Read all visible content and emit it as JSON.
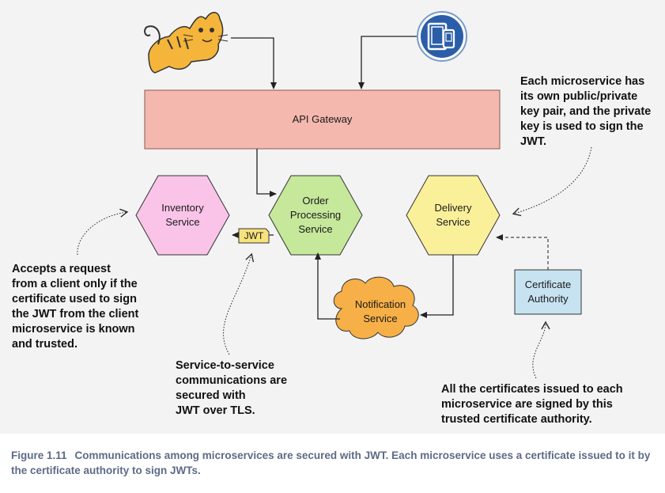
{
  "nodes": {
    "api_gateway": "API Gateway",
    "inventory": "Inventory\nService",
    "order": "Order\nProcessing\nService",
    "delivery": "Delivery\nService",
    "notification": "Notification\nService",
    "certificate_authority": "Certificate\nAuthority",
    "jwt_token": "JWT"
  },
  "annotations": {
    "keypair": "Each microservice has\nits own public/private\nkey pair, and the private\nkey is used to sign the\nJWT.",
    "accepts": "Accepts a request\nfrom a client only if the\ncertificate used to sign\nthe JWT from the client\nmicroservice is known\nand trusted.",
    "service_to_service": "Service-to-service\ncommunications are\nsecured with\nJWT over TLS.",
    "certificates": "All the certificates issued to each\nmicroservice are signed by this\ntrusted certificate authority."
  },
  "caption": {
    "label": "Figure 1.11",
    "text": "Communications among microservices are secured with JWT. Each microservice uses a certificate issued to it by the certificate authority to sign JWTs."
  },
  "icons": {
    "web_client": "tomcat-cat-icon",
    "mobile_client": "mobile-devices-icon"
  },
  "colors": {
    "gateway_fill": "#f4b8ae",
    "inventory_fill": "#f9c4e8",
    "order_fill": "#c5e89a",
    "delivery_fill": "#fbf09a",
    "notification_fill": "#f6b047",
    "ca_fill": "#c7e3f2",
    "jwt_fill": "#f7e27c"
  }
}
